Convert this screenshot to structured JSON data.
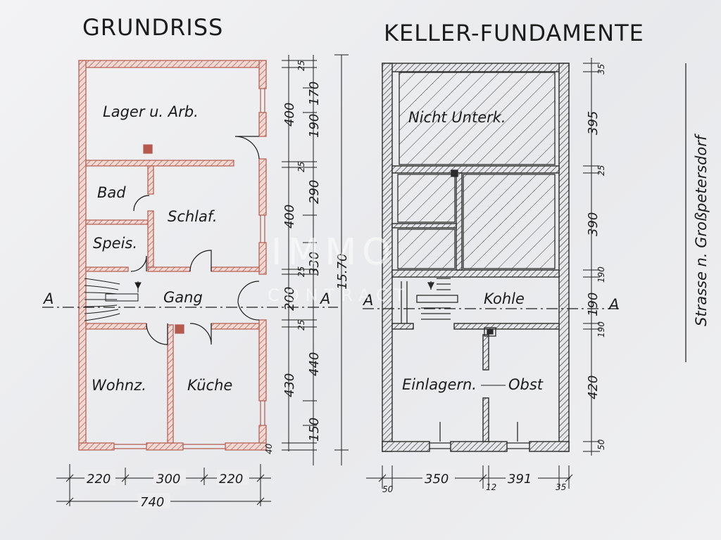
{
  "colors": {
    "ground_wall": "#b55a4e",
    "ground_fill": "#f2d9d4",
    "cellar_wall": "#2b2b2b",
    "ink": "#1c1c1c",
    "paper": "#ecedef"
  },
  "ground_floor": {
    "title": "GRUNDRISS",
    "rooms": {
      "lager": "Lager u. Arb.",
      "bad": "Bad",
      "schlaf": "Schlaf.",
      "speis": "Speis.",
      "gang": "Gang",
      "wohnz": "Wohnz.",
      "kueche": "Küche"
    },
    "section_mark_left": "A",
    "section_mark_right": "A",
    "dims_right_outer": [
      "400",
      "400",
      "200",
      "430",
      "40"
    ],
    "dims_right_inner": [
      "25",
      "170",
      "190",
      "25",
      "290",
      "25",
      "330",
      "25",
      "440",
      "150"
    ],
    "total_height": "15.70",
    "dims_bottom": [
      "220",
      "300",
      "220"
    ],
    "total_width": "740"
  },
  "cellar": {
    "title": "KELLER-FUNDAMENTE",
    "rooms": {
      "nicht_unterk": "Nicht Unterk.",
      "kohle": "Kohle",
      "einlagern": "Einlagern.",
      "obst": "Obst"
    },
    "section_mark_left": "A",
    "section_mark_right": "A",
    "dims_right_major": [
      "395",
      "390",
      "190",
      "420"
    ],
    "dims_right_minor": [
      "35",
      "25",
      "190",
      "190",
      "50"
    ],
    "dims_bottom_major": [
      "350",
      "391"
    ],
    "dims_bottom_minor": [
      "50",
      "12",
      "35"
    ]
  },
  "street_label": "Strasse n. Großpetersdorf",
  "watermark": {
    "line1": "IMMO",
    "line2": "CONTRACT"
  }
}
